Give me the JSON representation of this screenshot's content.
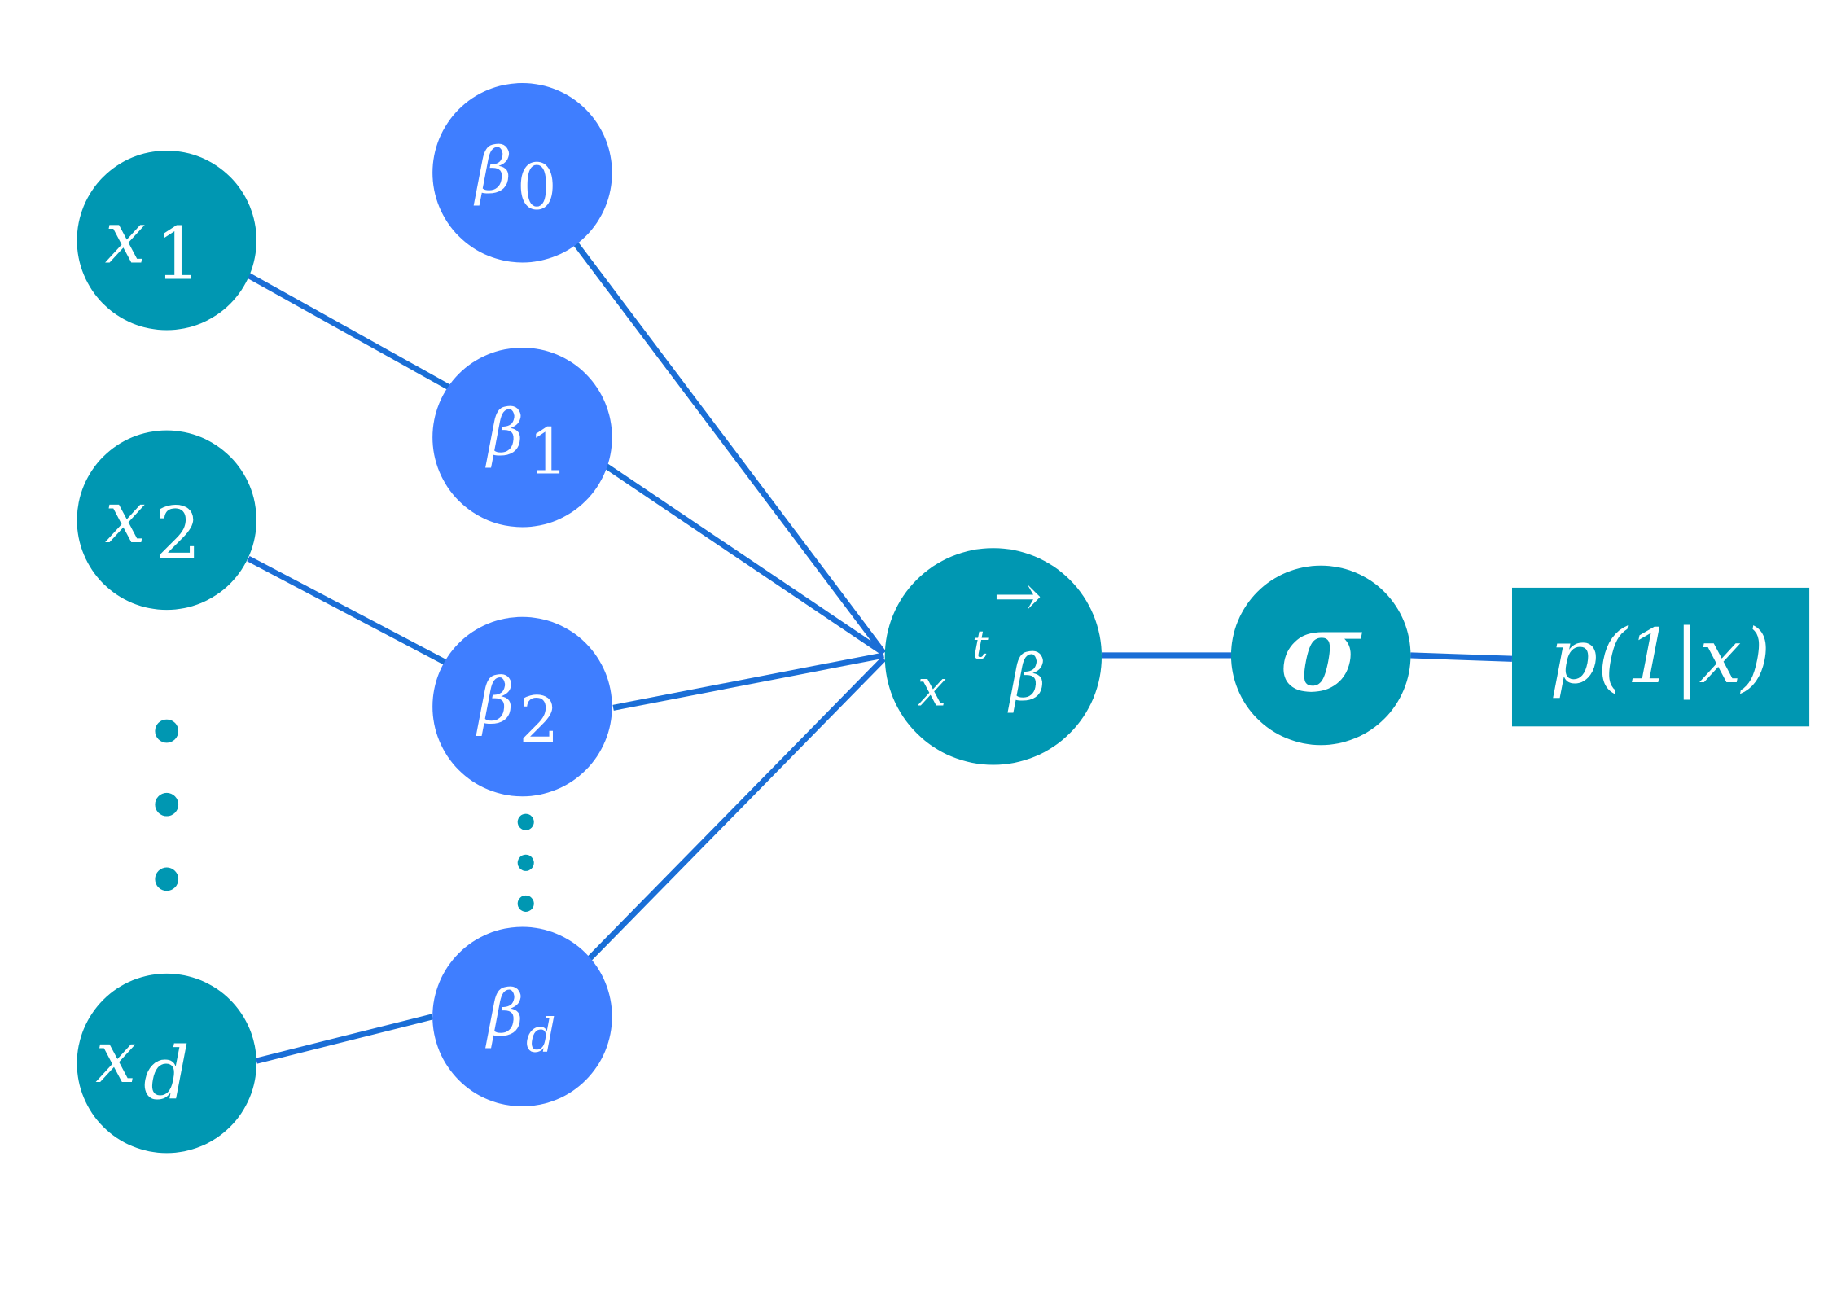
{
  "colors": {
    "input_node": "#0097B2",
    "weight_node": "#3F7EFF",
    "edge": "#1A6ED6",
    "label": "#FFFFFF"
  },
  "inputs": [
    {
      "symbol": "x",
      "sub": "1"
    },
    {
      "symbol": "x",
      "sub": "2"
    },
    {
      "symbol": "x",
      "sub": "d"
    }
  ],
  "weights": [
    {
      "symbol": "β",
      "sub": "0"
    },
    {
      "symbol": "β",
      "sub": "1"
    },
    {
      "symbol": "β",
      "sub": "2"
    },
    {
      "symbol": "β",
      "sub": "d"
    }
  ],
  "linear": {
    "x": "x",
    "t": "t",
    "beta": "β",
    "arrow": "→"
  },
  "activation": {
    "symbol": "σ"
  },
  "output": {
    "label": "p(1|x)"
  }
}
